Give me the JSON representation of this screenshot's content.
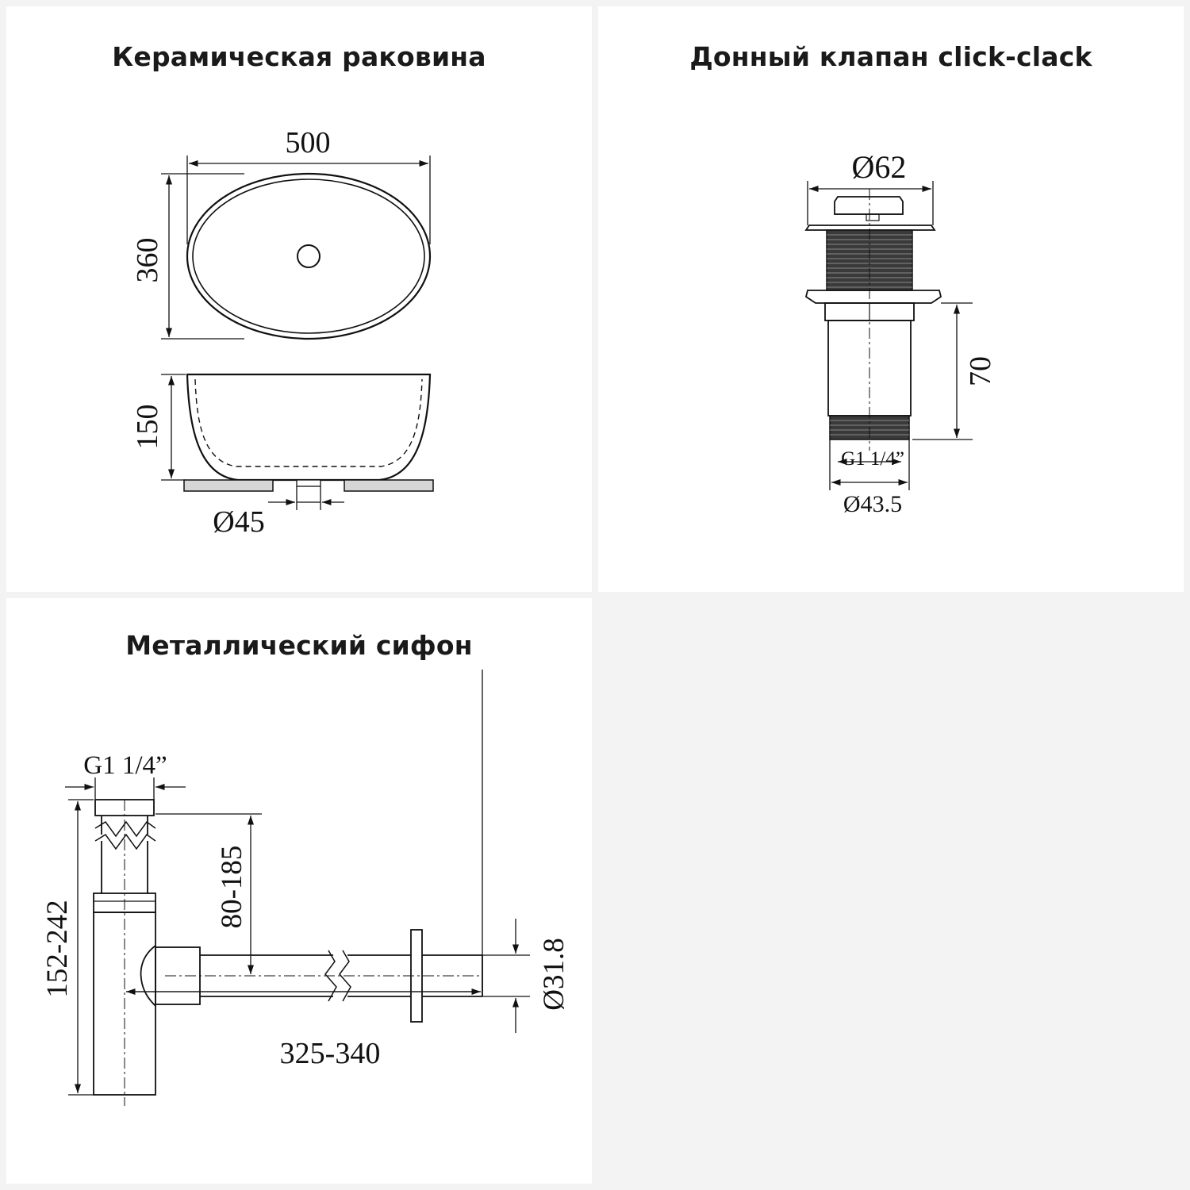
{
  "panels": {
    "sink": {
      "title": "Керамическая раковина",
      "dims": {
        "width": "500",
        "depth": "360",
        "height": "150",
        "drain": "Ø45"
      }
    },
    "valve": {
      "title": "Донный клапан click-clack",
      "dims": {
        "cap": "Ø62",
        "length": "70",
        "thread": "G1 1/4”",
        "body": "Ø43.5"
      }
    },
    "siphon": {
      "title": "Металлический сифон",
      "dims": {
        "thread": "G1 1/4”",
        "inlet_range": "80-185",
        "height_range": "152-242",
        "outlet": "Ø31.8",
        "length_range": "325-340"
      }
    }
  },
  "colors": {
    "background": "#f3f3f3",
    "panel": "#ffffff",
    "ink": "#111111"
  }
}
